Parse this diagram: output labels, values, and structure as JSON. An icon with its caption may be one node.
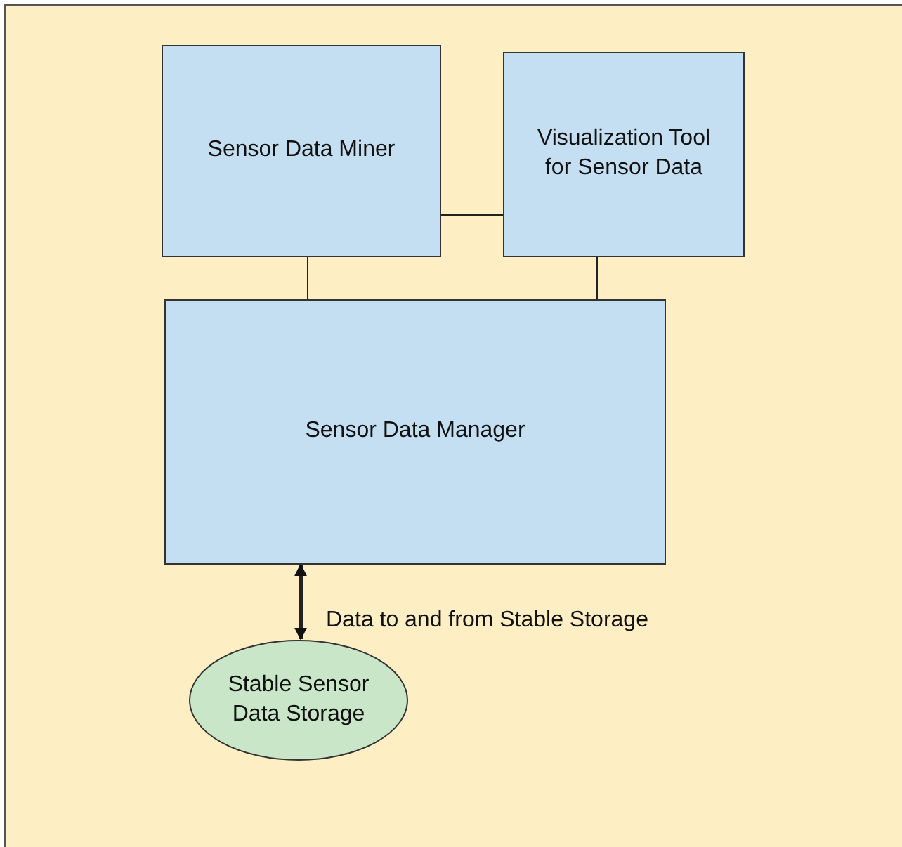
{
  "diagram": {
    "nodes": [
      {
        "text": [
          "Sensor Data Miner"
        ]
      },
      {
        "text": [
          "Visualization Tool for Sensor Data"
        ]
      },
      {
        "text": [
          "Sensor Data Manager"
        ]
      },
      {
        "text": [
          "Stable Sensor Data Storage"
        ]
      }
    ],
    "edges": [
      {
        "from": 0,
        "to": 1,
        "arrow": "none"
      },
      {
        "from": 0,
        "to": 2,
        "arrow": "none"
      },
      {
        "from": 1,
        "to": 2,
        "arrow": "none"
      },
      {
        "from": 2,
        "to": 3,
        "arrow": "both",
        "style": "thick",
        "label": "Data to and from Stable Storage"
      }
    ]
  }
}
